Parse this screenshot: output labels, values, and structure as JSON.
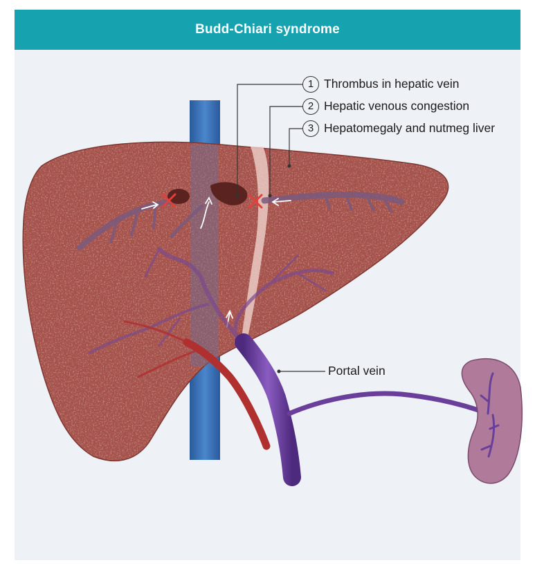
{
  "title": "Budd-Chiari syndrome",
  "callouts": [
    {
      "number": "1",
      "text": "Thrombus in hepatic vein"
    },
    {
      "number": "2",
      "text": "Hepatic venous congestion"
    },
    {
      "number": "3",
      "text": "Hepatomegaly and nutmeg liver"
    }
  ],
  "labels": {
    "portal_vein": "Portal vein"
  },
  "colors": {
    "header": "#16a2ae",
    "background": "#eef2f7",
    "liver": "#a4514a",
    "ivc": "#3a72b8",
    "portal_vein": "#6a3f9a",
    "artery": "#b03030",
    "spleen": "#b07a9a",
    "thrombus": "#5a2320",
    "blockage_marker": "#e0413a"
  }
}
